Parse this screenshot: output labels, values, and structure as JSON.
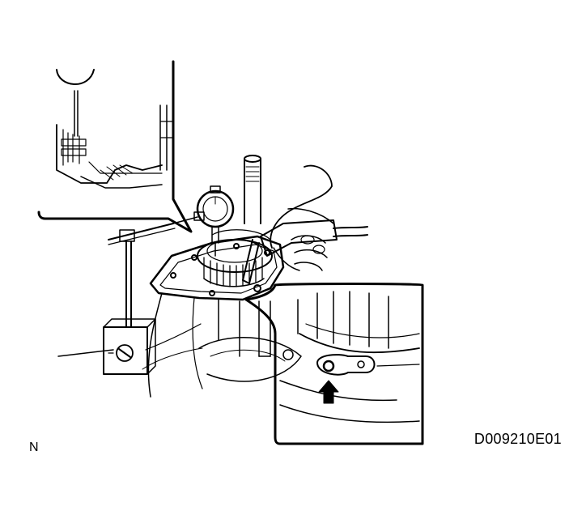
{
  "figure": {
    "corner_code": "N",
    "figure_id": "D009210E01"
  },
  "illustration": {
    "style": "black line-art technical service illustration",
    "parts": [
      "dial-indicator",
      "magnetic-base",
      "indicator-stand-rod",
      "transmission-case",
      "input-shaft",
      "clutch-drum",
      "hand",
      "air-gun",
      "oil-hole-arrow"
    ],
    "callouts": [
      "top-left-detail-inset",
      "bottom-right-detail-inset"
    ],
    "line_color": "#000000",
    "background": "#ffffff"
  }
}
